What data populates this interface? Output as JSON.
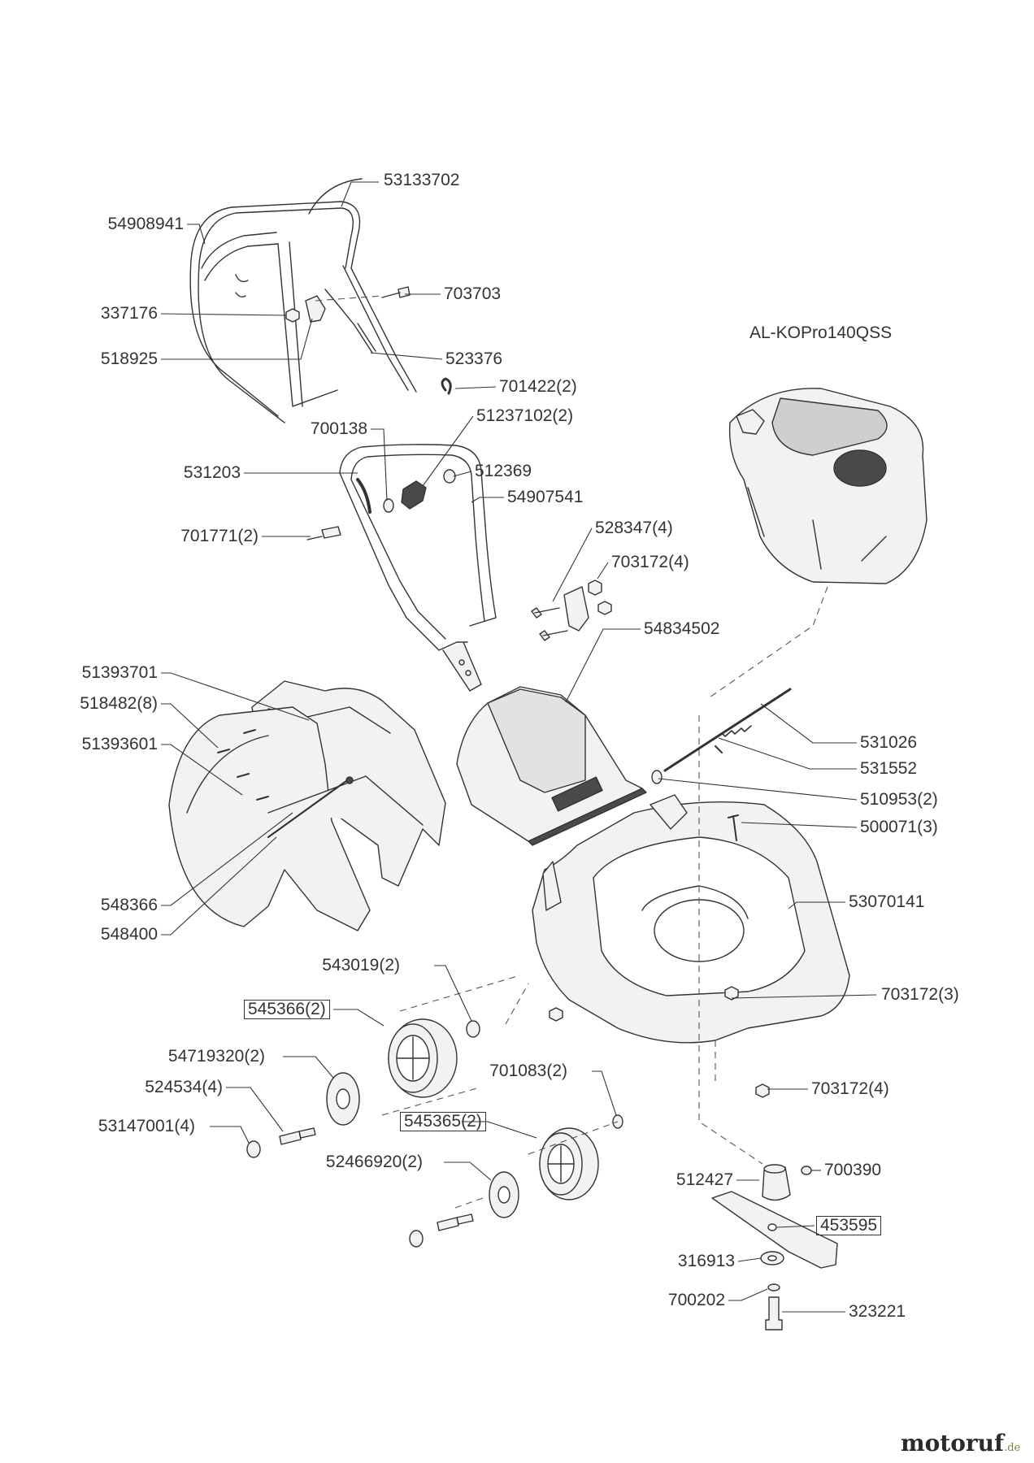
{
  "engine_label": "AL-KOPro140QSS",
  "watermark": {
    "name": "motoruf",
    "suffix": ".de"
  },
  "colors": {
    "line": "#333333",
    "part_fill": "#f2f2f2",
    "dark_part": "#4a4a4a",
    "accent": "#7a9a3a"
  },
  "parts": {
    "p53133702": "53133702",
    "p54908941": "54908941",
    "p703703": "703703",
    "p337176": "337176",
    "p518925": "518925",
    "p523376": "523376",
    "p701422": "701422(2)",
    "p51237102": "51237102(2)",
    "p700138": "700138",
    "p531203": "531203",
    "p512369": "512369",
    "p54907541": "54907541",
    "p701771": "701771(2)",
    "p528347": "528347(4)",
    "p703172a": "703172(4)",
    "p54834502": "54834502",
    "p51393701": "51393701",
    "p518482": "518482(8)",
    "p51393601": "51393601",
    "p531026": "531026",
    "p531552": "531552",
    "p510953": "510953(2)",
    "p500071": "500071(3)",
    "p53070141": "53070141",
    "p548366": "548366",
    "p548400": "548400",
    "p543019": "543019(2)",
    "p703172b": "703172(3)",
    "p545366": "545366(2)",
    "p54719320": "54719320(2)",
    "p701083": "701083(2)",
    "p703172c": "703172(4)",
    "p524534": "524534(4)",
    "p545365": "545365(2)",
    "p53147001": "53147001(4)",
    "p52466920": "52466920(2)",
    "p700390": "700390",
    "p512427": "512427",
    "p453595": "453595",
    "p316913": "316913",
    "p700202": "700202",
    "p323221": "323221"
  }
}
